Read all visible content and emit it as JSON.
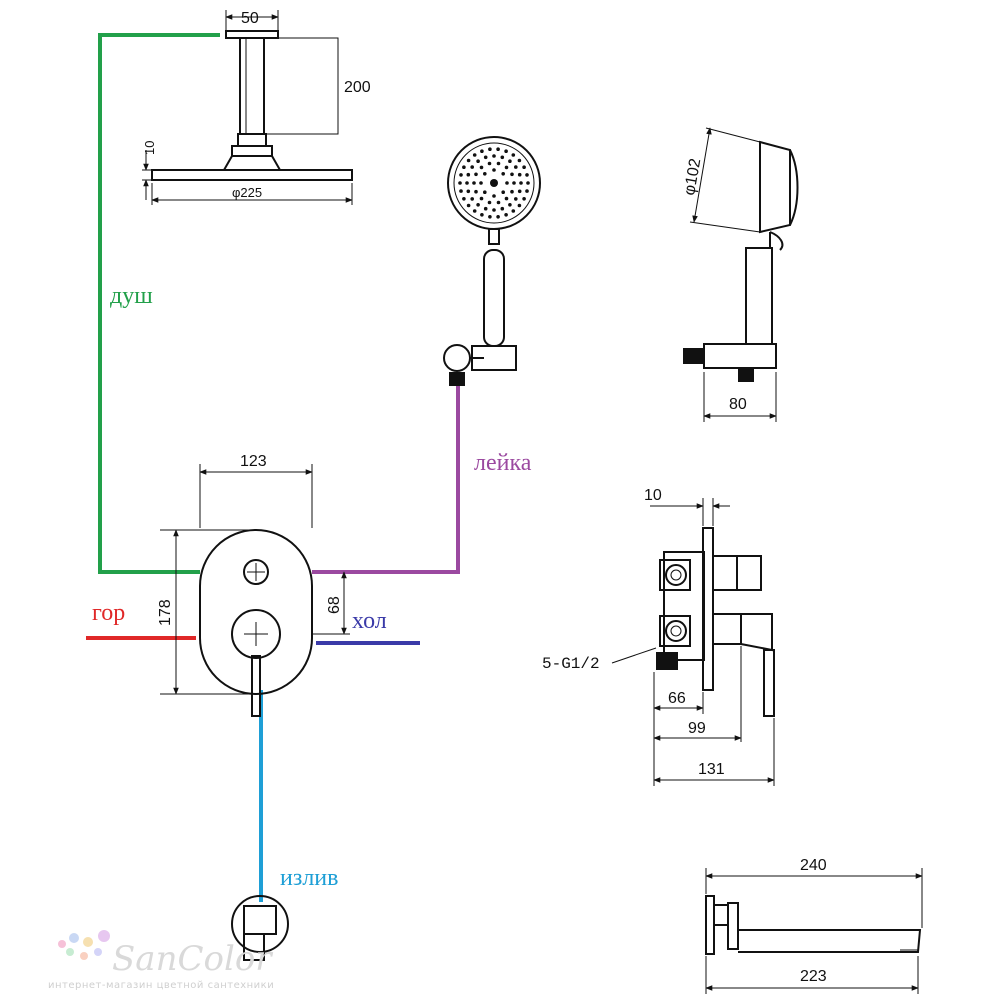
{
  "labels": {
    "shower": "душ",
    "handshower": "лейка",
    "hot": "гор",
    "cold": "хол",
    "spout": "излив"
  },
  "dimensions": {
    "arm_width": "50",
    "arm_length": "200",
    "head_thickness": "10",
    "head_diameter": "φ225",
    "hand_diameter": "φ102",
    "holder_depth": "80",
    "plate_width": "123",
    "plate_height": "178",
    "axis_distance": "68",
    "plate_thickness": "10",
    "connection": "5-G1/2",
    "depth_66": "66",
    "depth_99": "99",
    "depth_131": "131",
    "spout_total": "240",
    "spout_reach": "223"
  },
  "watermark": {
    "brand": "SanColor",
    "tagline": "интернет-магазин цветной сантехники"
  },
  "colors": {
    "shower": "#22a04a",
    "handshower": "#9b49a0",
    "hot": "#e02828",
    "cold": "#3a3aa8",
    "spout": "#1e9fd6"
  }
}
